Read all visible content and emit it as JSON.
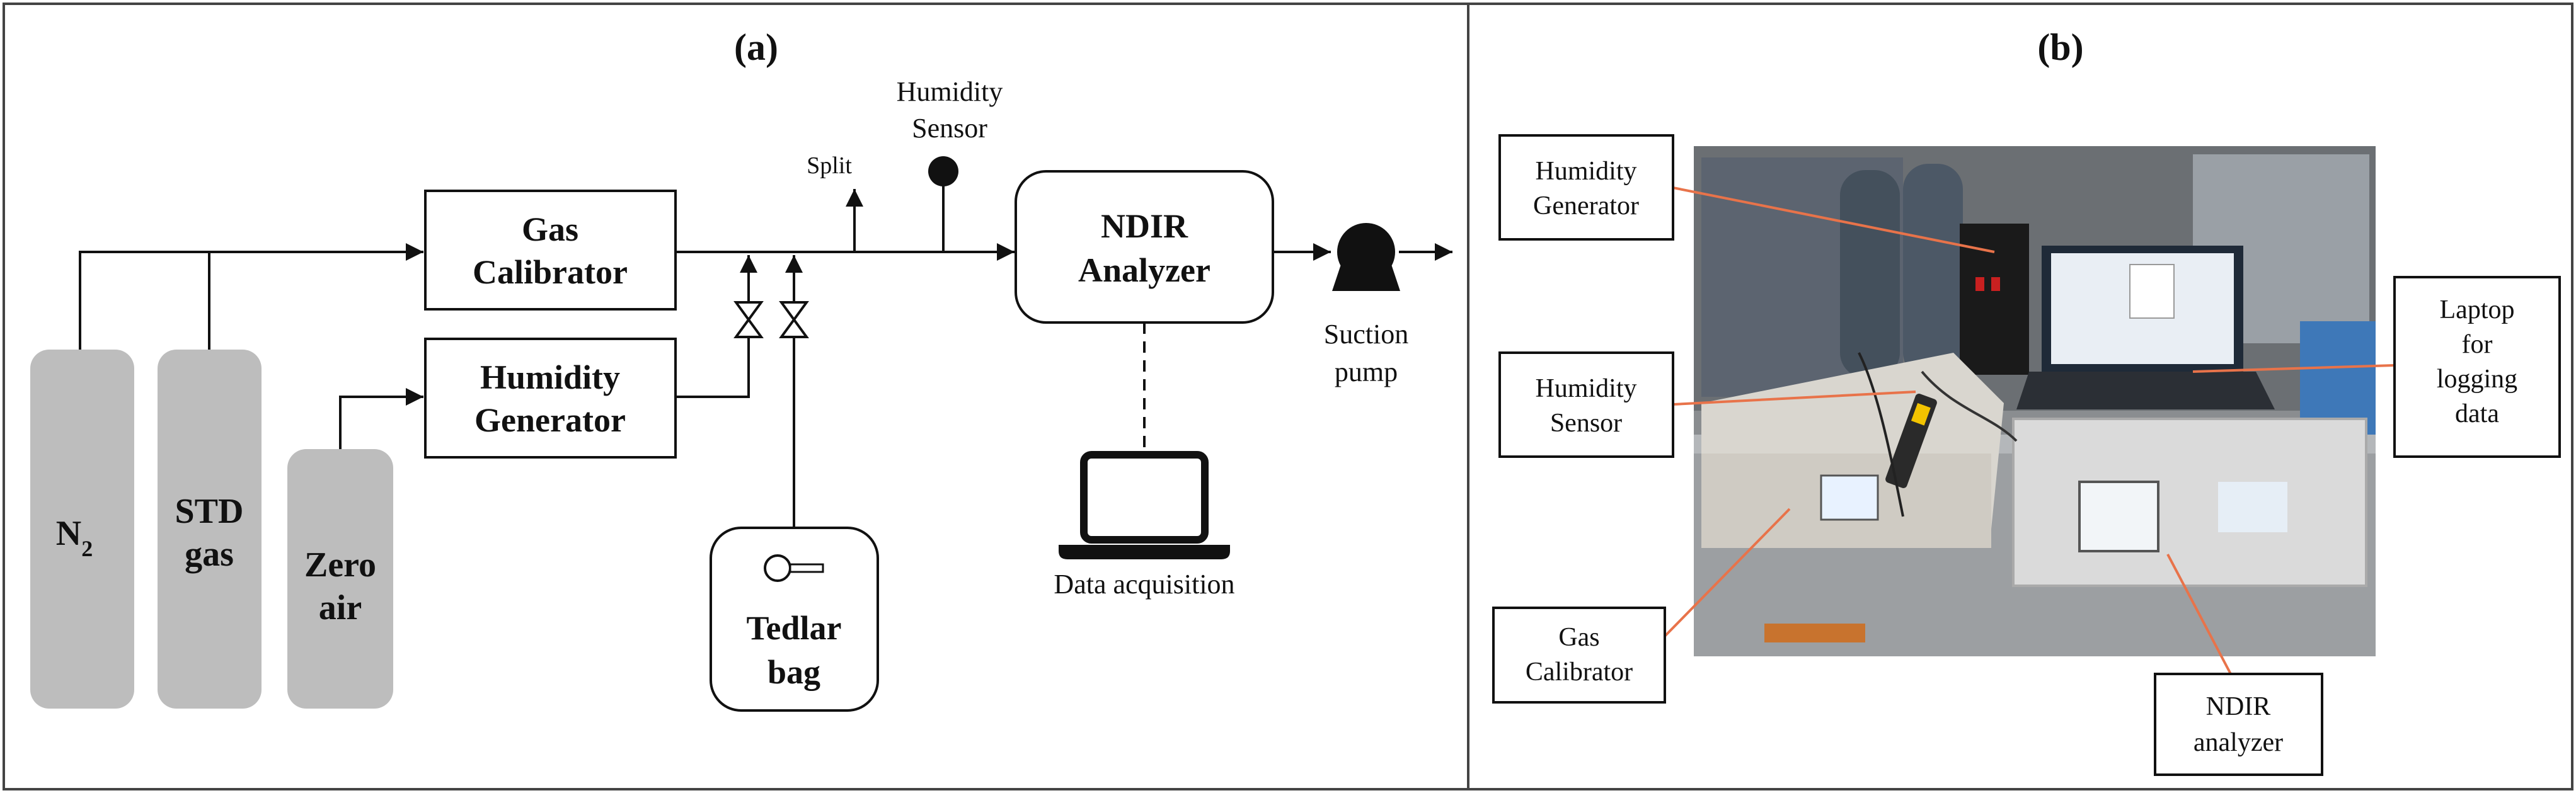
{
  "panel_a": {
    "title": "(a)",
    "cylinders": [
      {
        "lines": [
          "N",
          "2"
        ]
      },
      {
        "lines": [
          "STD",
          "gas"
        ]
      },
      {
        "lines": [
          "Zero",
          "air"
        ]
      }
    ],
    "gas_calibrator": [
      "Gas",
      "Calibrator"
    ],
    "humidity_generator": [
      "Humidity",
      "Generator"
    ],
    "split": "Split",
    "humidity_sensor": [
      "Humidity",
      "Sensor"
    ],
    "ndir_analyzer": [
      "NDIR",
      "Analyzer"
    ],
    "suction_pump": [
      "Suction",
      "pump"
    ],
    "tedlar_bag": [
      "Tedlar",
      "bag"
    ],
    "data_acquisition": "Data acquisition"
  },
  "panel_b": {
    "title": "(b)",
    "callouts": {
      "humidity_generator": [
        "Humidity",
        "Generator"
      ],
      "humidity_sensor": [
        "Humidity",
        "Sensor"
      ],
      "gas_calibrator": [
        "Gas",
        "Calibrator"
      ],
      "laptop": [
        "Laptop",
        "for",
        "logging",
        "data"
      ],
      "ndir": [
        "NDIR",
        "analyzer"
      ]
    }
  },
  "colors": {
    "cylinder": "#bdbdbd",
    "line": "#111111",
    "callout_line": "#e8734a"
  }
}
